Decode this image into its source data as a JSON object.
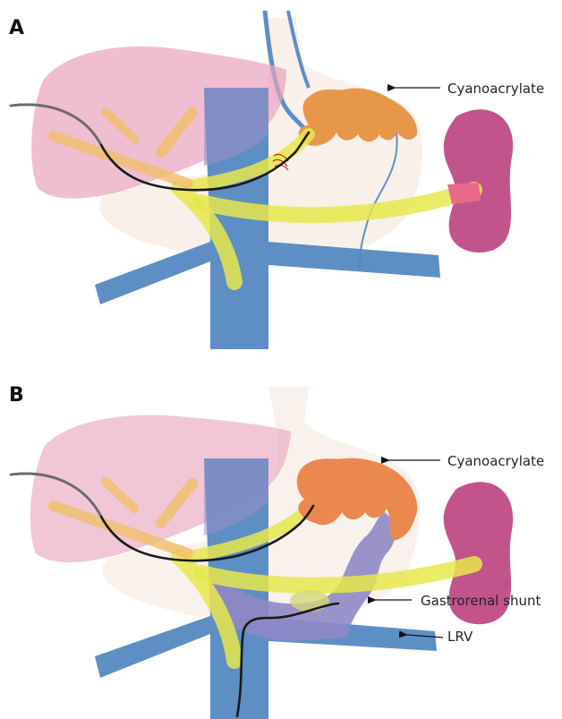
{
  "panels": [
    {
      "letter": "A",
      "labels": {
        "glue": "Cyanoacrylate"
      }
    },
    {
      "letter": "B",
      "labels": {
        "glue": "Cyanoacrylate",
        "shunt": "Gastrorenal shunt",
        "lrv": "LRV"
      }
    }
  ],
  "colors": {
    "liver": "#e9a3bd",
    "stomach": "#f8eee8",
    "vena_cava": "#4f86c0",
    "portal_vein": "#e6e84b",
    "spleen": "#c2548b",
    "glue": "#e7974a",
    "glue_b": "#ea8850",
    "shunt": "#8f88c6",
    "catheter": "#1a1a1a"
  }
}
